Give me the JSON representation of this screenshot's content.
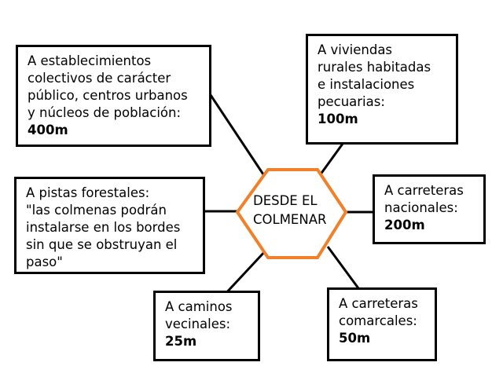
{
  "center": {
    "lines": [
      "DESDE EL",
      "COLMENAR"
    ],
    "border_color": "#f0812a"
  },
  "boxes": {
    "establecimientos": {
      "lines": [
        "A establecimientos",
        "colectivos de carácter",
        "público, centros urbanos",
        "y núcleos de población:"
      ],
      "distance": "400m"
    },
    "viviendas": {
      "lines": [
        "A viviendas",
        "rurales habitadas",
        "e instalaciones",
        "pecuarias:"
      ],
      "distance": "100m"
    },
    "pistas": {
      "lines": [
        "A pistas forestales:",
        "\"las colmenas podrán",
        "instalarse en los bordes",
        "sin que se obstruyan el",
        "paso\""
      ],
      "distance": ""
    },
    "nacionales": {
      "lines": [
        "A carreteras",
        "nacionales:"
      ],
      "distance": "200m"
    },
    "caminos": {
      "lines": [
        "A caminos",
        "vecinales:"
      ],
      "distance": "25m"
    },
    "comarcales": {
      "lines": [
        "A carreteras",
        "comarcales:"
      ],
      "distance": "50m"
    }
  }
}
